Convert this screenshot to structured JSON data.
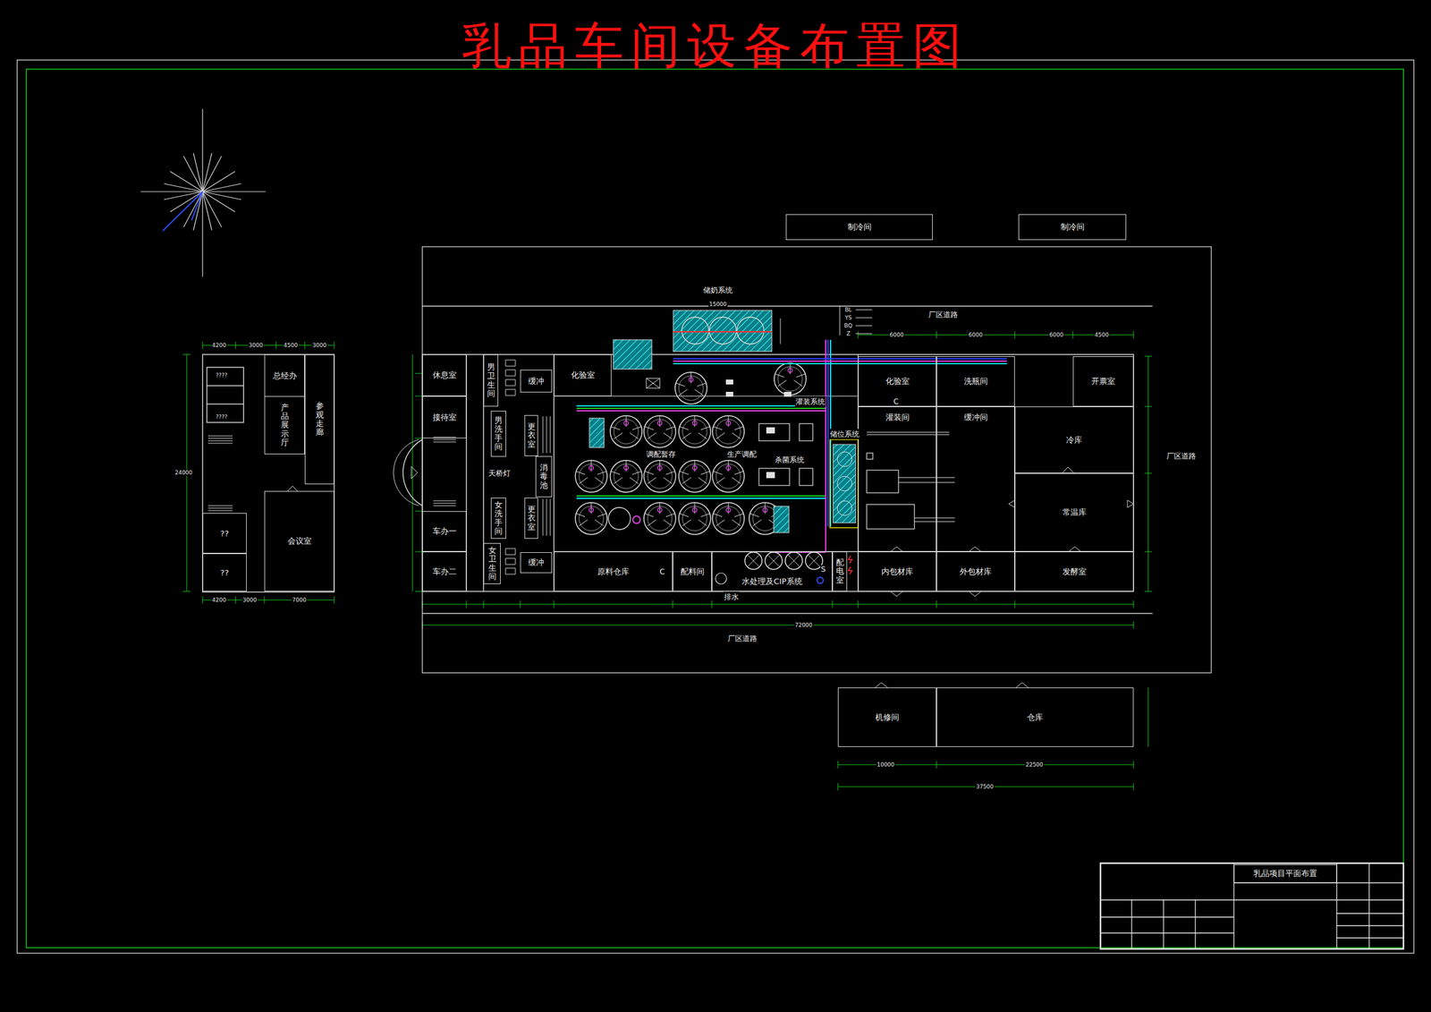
{
  "diagram": {
    "title": "乳品车间设备布置图",
    "nodes": [
      {
        "text": [
          "制冷间"
        ]
      },
      {
        "text": [
          "制冷间"
        ]
      },
      {
        "text": [
          "总经办"
        ]
      },
      {
        "text": [
          "参观走廊"
        ]
      },
      {
        "text": [
          "产品展示厅"
        ]
      },
      {
        "text": [
          "??"
        ]
      },
      {
        "text": [
          "会议室"
        ]
      },
      {
        "text": [
          "??"
        ]
      },
      {
        "text": [
          "休息室"
        ]
      },
      {
        "text": [
          "男卫生间"
        ]
      },
      {
        "text": [
          "缓冲"
        ]
      },
      {
        "text": [
          "化验室"
        ]
      },
      {
        "text": [
          "化验室"
        ]
      },
      {
        "text": [
          "洗瓶间"
        ]
      },
      {
        "text": [
          "开票室"
        ]
      },
      {
        "text": [
          "接待室"
        ]
      },
      {
        "text": [
          "男洗手间"
        ]
      },
      {
        "text": [
          "更衣室"
        ]
      },
      {
        "text": [
          "消毒池"
        ]
      },
      {
        "text": [
          "灌装间"
        ]
      },
      {
        "text": [
          "缓冲间"
        ]
      },
      {
        "text": [
          "冷库"
        ]
      },
      {
        "text": [
          "常温库"
        ]
      },
      {
        "text": [
          "女洗手间"
        ]
      },
      {
        "text": [
          "更衣室"
        ]
      },
      {
        "text": [
          "车办一"
        ]
      },
      {
        "text": [
          "车办二"
        ]
      },
      {
        "text": [
          "女卫生间"
        ]
      },
      {
        "text": [
          "缓冲"
        ]
      },
      {
        "text": [
          "原料仓库"
        ]
      },
      {
        "text": [
          "配料间"
        ]
      },
      {
        "text": [
          "水处理及CIP系统"
        ]
      },
      {
        "text": [
          "配电室"
        ]
      },
      {
        "text": [
          "内包材库"
        ]
      },
      {
        "text": [
          "外包材库"
        ]
      },
      {
        "text": [
          "发酵室"
        ]
      },
      {
        "text": [
          "机修间"
        ]
      },
      {
        "text": [
          "仓库"
        ]
      },
      {
        "text": [
          "乳品项目平面布置"
        ]
      }
    ],
    "labels": [
      "储奶系统",
      "15000",
      "厂区道路",
      "BL",
      "YS",
      "BQ",
      "Z",
      "6000",
      "6000",
      "6000",
      "4500",
      "厂区道路",
      "????",
      "????",
      "天桥灯",
      "调配暂存",
      "生产调配",
      "杀菌系统",
      "灌装系统",
      "储位系统",
      "C",
      "C",
      "S",
      "排水",
      "72000",
      "厂区道路",
      "10000",
      "22500",
      "37500",
      "4200",
      "3000",
      "4500",
      "3000",
      "4200",
      "3000",
      "7000",
      "24000"
    ]
  }
}
